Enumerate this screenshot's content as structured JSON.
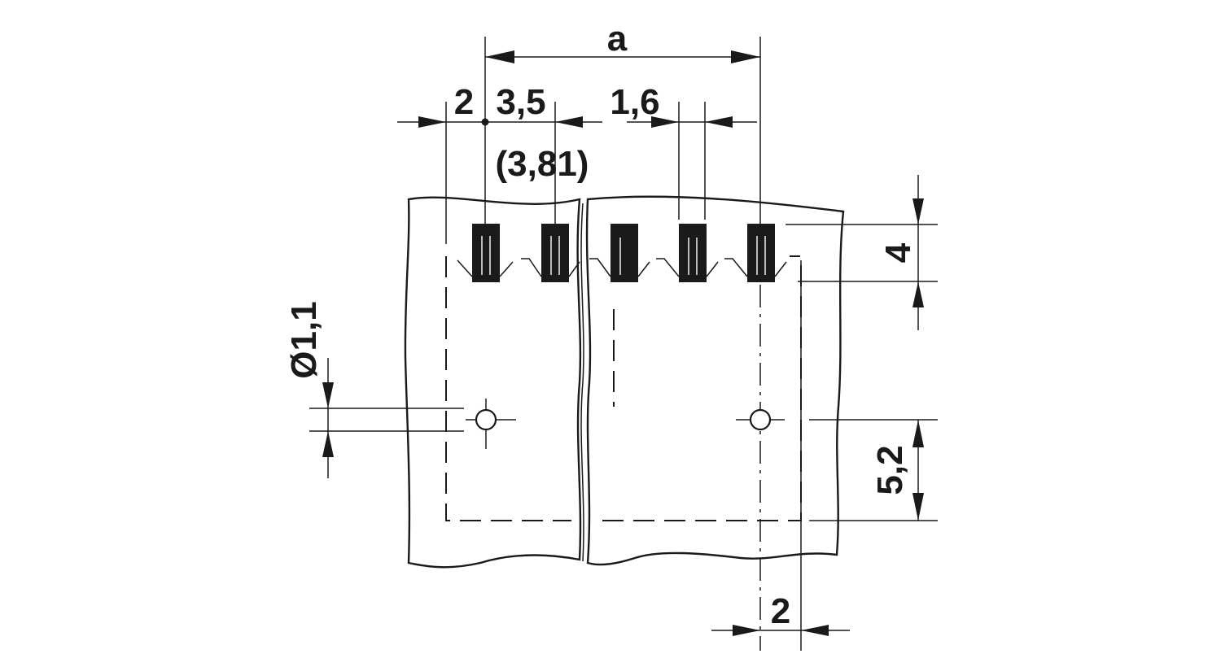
{
  "dimensions": {
    "pitch_total": "a",
    "edge_offset": "2",
    "pitch": "3,5",
    "pitch_alt": "(3,81)",
    "pin_width": "1,6",
    "row_height": "4",
    "hole_diameter": "Ø1,1",
    "hole_offset": "5,2",
    "bottom_offset": "2"
  },
  "colors": {
    "ink": "#1a1a1a",
    "paper": "#ffffff"
  }
}
